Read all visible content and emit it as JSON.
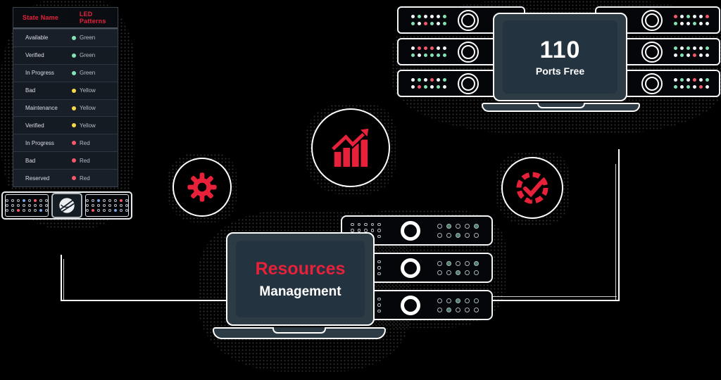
{
  "palette": {
    "background": "#000000",
    "accent_red": "#e8213a",
    "mint": "#84e3b5",
    "yellow": "#f6d84b",
    "dot_red": "#f4586a",
    "led_white": "#f2f5f6",
    "blue": "#7aa7e8",
    "laptop_slate": "#2d3b44",
    "laptop_screen": "#243340",
    "white": "#ffffff"
  },
  "status_table": {
    "columns": [
      "State Name",
      "LED Patterns"
    ],
    "rows": [
      {
        "state": "Available",
        "led_label": "Green",
        "led_color": "mint"
      },
      {
        "state": "Verified",
        "led_label": "Green",
        "led_color": "mint"
      },
      {
        "state": "In Progress",
        "led_label": "Green",
        "led_color": "mint"
      },
      {
        "state": "Bad",
        "led_label": "Yellow",
        "led_color": "yellow"
      },
      {
        "state": "Maintenance",
        "led_label": "Yellow",
        "led_color": "yellow"
      },
      {
        "state": "Verified",
        "led_label": "Yellow",
        "led_color": "yellow"
      },
      {
        "state": "In Progress",
        "led_label": "Red",
        "led_color": "dot_red"
      },
      {
        "state": "Bad",
        "led_label": "Red",
        "led_color": "dot_red"
      },
      {
        "state": "Reserved",
        "led_label": "Red",
        "led_color": "dot_red"
      }
    ]
  },
  "ports_laptop": {
    "count": "110",
    "label": "Ports Free"
  },
  "management_laptop": {
    "title": "Resources",
    "subtitle": "Management"
  },
  "led_legend": {
    "w": "white",
    "g": "green",
    "r": "red",
    "b": "blue",
    "o": "off"
  },
  "racks": {
    "top_left_units": [
      [
        "wgwwwg",
        "gwrgwg"
      ],
      [
        "wrrrww",
        "gwgggg"
      ],
      [
        "wgwrwg",
        "wrgwgw"
      ]
    ],
    "top_right_units": [
      [
        "rwgwwr",
        "gwwgww"
      ],
      [
        "gwgwwg",
        "wgwrww"
      ],
      [
        "wgwrwg",
        "gwgwrw"
      ]
    ],
    "bottom_unit_left_dots": [
      "ooooo",
      "ooooo",
      "ooooo"
    ],
    "bottom_units_right": [
      [
        "ogoog",
        "oogoo"
      ],
      [
        "ogoog",
        "oogoo"
      ],
      [
        "oogoo",
        "ogooo"
      ]
    ]
  },
  "ports_panel": {
    "left": [
      "oooboroo",
      "oooooooo",
      "oorooobo"
    ],
    "right": [
      "ooboooro",
      "oooooooo",
      "oroooboo"
    ]
  },
  "icons": {
    "gear": "gear-icon",
    "growth": "growth-chart-icon",
    "check": "check-progress-icon",
    "logo": "globe-logo-icon"
  }
}
